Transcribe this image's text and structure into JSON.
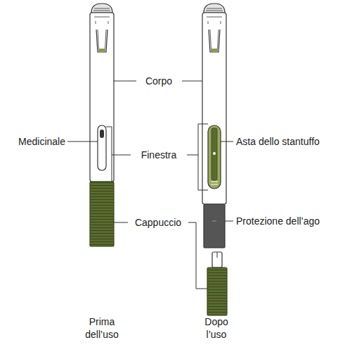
{
  "diagram": {
    "labels": [
      "Corpo",
      "Medicinale",
      "Finestra",
      "Asta dello stantuffo",
      "Cappuccio",
      "Protezione dell’ago",
      "Prima dell’uso",
      "Dopo l’uso"
    ]
  }
}
